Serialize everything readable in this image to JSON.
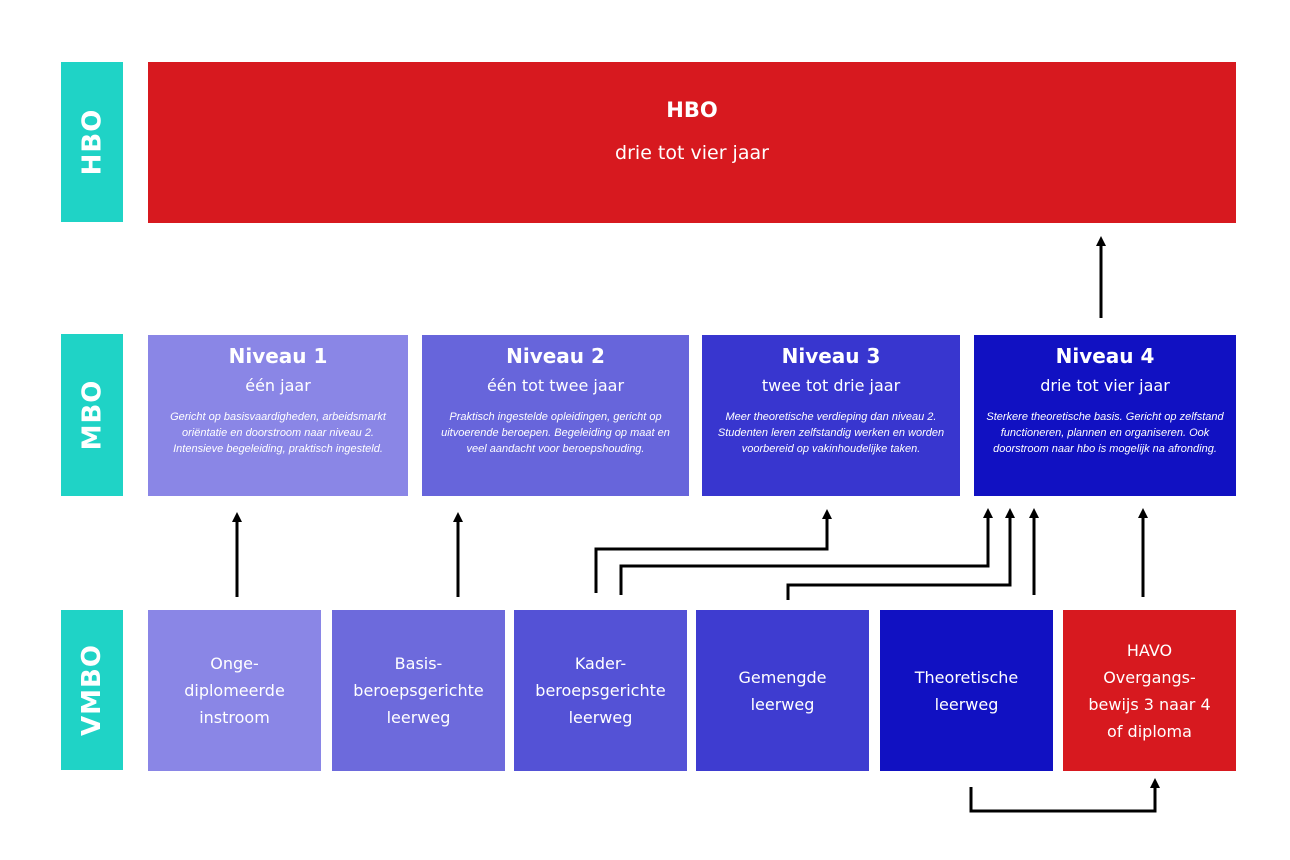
{
  "side_labels": {
    "hbo": "HBO",
    "mbo": "MBO",
    "vmbo": "VMBO"
  },
  "hbo": {
    "title": "HBO",
    "duration": "drie tot vier jaar"
  },
  "mbo": [
    {
      "title": "Niveau 1",
      "duration": "één jaar",
      "description": "Gericht op basisvaardigheden, arbeidsmarkt oriëntatie en doorstroom naar niveau 2. Intensieve begeleiding, praktisch ingesteld."
    },
    {
      "title": "Niveau 2",
      "duration": "één tot twee jaar",
      "description": "Praktisch ingestelde opleidingen, gericht op uitvoerende beroepen. Begeleiding op maat en veel aandacht voor beroepshouding."
    },
    {
      "title": "Niveau 3",
      "duration": "twee tot drie jaar",
      "description": "Meer theoretische verdieping dan niveau 2. Studenten leren zelfstandig werken en worden voorbereid op vakinhoudelijke taken."
    },
    {
      "title": "Niveau 4",
      "duration": "drie tot vier jaar",
      "description": "Sterkere theoretische basis. Gericht op zelfstand functioneren, plannen en organiseren. Ook doorstroom naar hbo is mogelijk na afronding."
    }
  ],
  "vmbo": [
    {
      "label": "Onge-\ndiplomeerde\ninstroom"
    },
    {
      "label": "Basis-\nberoepsgerichte\nleerweg"
    },
    {
      "label": "Kader-\nberoepsgerichte\nleerweg"
    },
    {
      "label": "Gemengde\nleerweg"
    },
    {
      "label": "Theoretische\nleerweg"
    },
    {
      "label": "HAVO\nOvergangs-\nbewijs 3 naar 4\nof diploma"
    }
  ],
  "colors": {
    "side": "#1fd3c6",
    "hbo": "#d7191f",
    "havo": "#d7191f",
    "mbo": [
      "#8a86e6",
      "#6765db",
      "#3836cf",
      "#1111c2"
    ],
    "vmbo": [
      "#8a86e6",
      "#6d6adc",
      "#5452d6",
      "#3e3cd0",
      "#1111c2",
      "#d7191f"
    ]
  }
}
